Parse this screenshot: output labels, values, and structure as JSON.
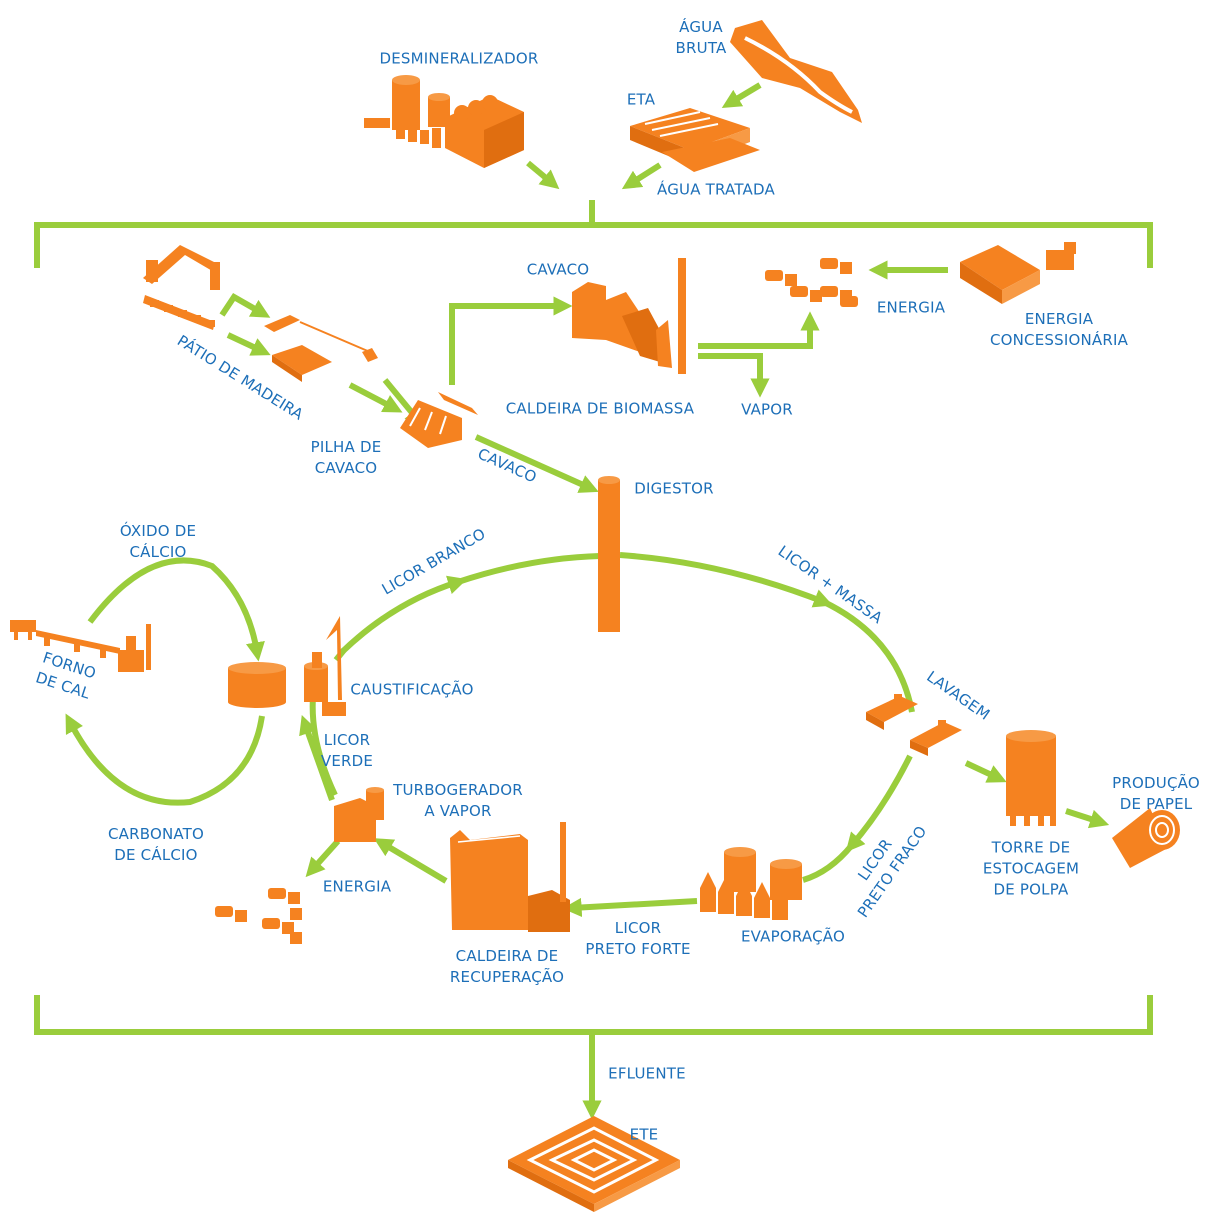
{
  "colors": {
    "process_orange": "#f58220",
    "flow_green": "#9acd3c",
    "label_blue": "#1d6fb8",
    "background": "#ffffff"
  },
  "icons": {
    "demineralizer": "demineralizer-plant-icon",
    "raw_water": "river-icon",
    "water_treatment": "water-treatment-plant-icon",
    "wood_yard": "crane-log-yard-icon",
    "chip_pile": "chip-pile-icon",
    "biomass_boiler": "biomass-boiler-icon",
    "energy_top": "power-generators-icon",
    "utility": "utility-substation-icon",
    "digester": "digester-column-icon",
    "lime_kiln": "lime-kiln-icon",
    "lime_tank": "lime-tank-icon",
    "causticizing": "causticizing-plant-icon",
    "washing": "washer-icon",
    "storage_tower": "pulp-storage-tower-icon",
    "paper_roll": "paper-roll-icon",
    "evaporation": "evaporator-plant-icon",
    "recovery_boiler": "recovery-boiler-icon",
    "turbo_generator": "steam-turbine-icon",
    "energy_bottom": "power-generators-icon",
    "effluent_station": "effluent-treatment-icon"
  },
  "labels": {
    "agua_bruta": [
      "ÁGUA",
      "BRUTA"
    ],
    "desmineralizador": [
      "DESMINERALIZADOR"
    ],
    "eta": [
      "ETA"
    ],
    "agua_tratada": [
      "ÁGUA TRATADA"
    ],
    "cavaco_top": [
      "CAVACO"
    ],
    "energia_top": [
      "ENERGIA"
    ],
    "energia_concessionaria": [
      "ENERGIA",
      "CONCESSIONÁRIA"
    ],
    "patio_madeira": [
      "PÁTIO DE MADEIRA"
    ],
    "caldeira_biomassa": [
      "CALDEIRA DE BIOMASSA"
    ],
    "vapor": [
      "VAPOR"
    ],
    "pilha_cavaco": [
      "PILHA DE",
      "CAVACO"
    ],
    "cavaco_mid": [
      "CAVACO"
    ],
    "digestor": [
      "DIGESTOR"
    ],
    "oxido_calcio": [
      "ÓXIDO DE",
      "CÁLCIO"
    ],
    "licor_branco": [
      "LICOR BRANCO"
    ],
    "licor_massa": [
      "LICOR + MASSA"
    ],
    "forno_cal": [
      "FORNO",
      "DE CAL"
    ],
    "caustificacao": [
      "CAUSTIFICAÇÃO"
    ],
    "lavagem": [
      "LAVAGEM"
    ],
    "licor_verde": [
      "LICOR",
      "VERDE"
    ],
    "turbogerador": [
      "TURBOGERADOR",
      "A VAPOR"
    ],
    "producao_papel": [
      "PRODUÇÃO",
      "DE PAPEL"
    ],
    "carbonato_calcio": [
      "CARBONATO",
      "DE CÁLCIO"
    ],
    "licor_preto_fraco": [
      "LICOR",
      "PRETO FRACO"
    ],
    "torre_estocagem": [
      "TORRE DE",
      "ESTOCAGEM",
      "DE POLPA"
    ],
    "energia_bottom": [
      "ENERGIA"
    ],
    "licor_preto_forte": [
      "LICOR",
      "PRETO FORTE"
    ],
    "evaporacao": [
      "EVAPORAÇÃO"
    ],
    "caldeira_recuperacao": [
      "CALDEIRA DE",
      "RECUPERAÇÃO"
    ],
    "efluente": [
      "EFLUENTE"
    ],
    "ete": [
      "ETE"
    ]
  }
}
